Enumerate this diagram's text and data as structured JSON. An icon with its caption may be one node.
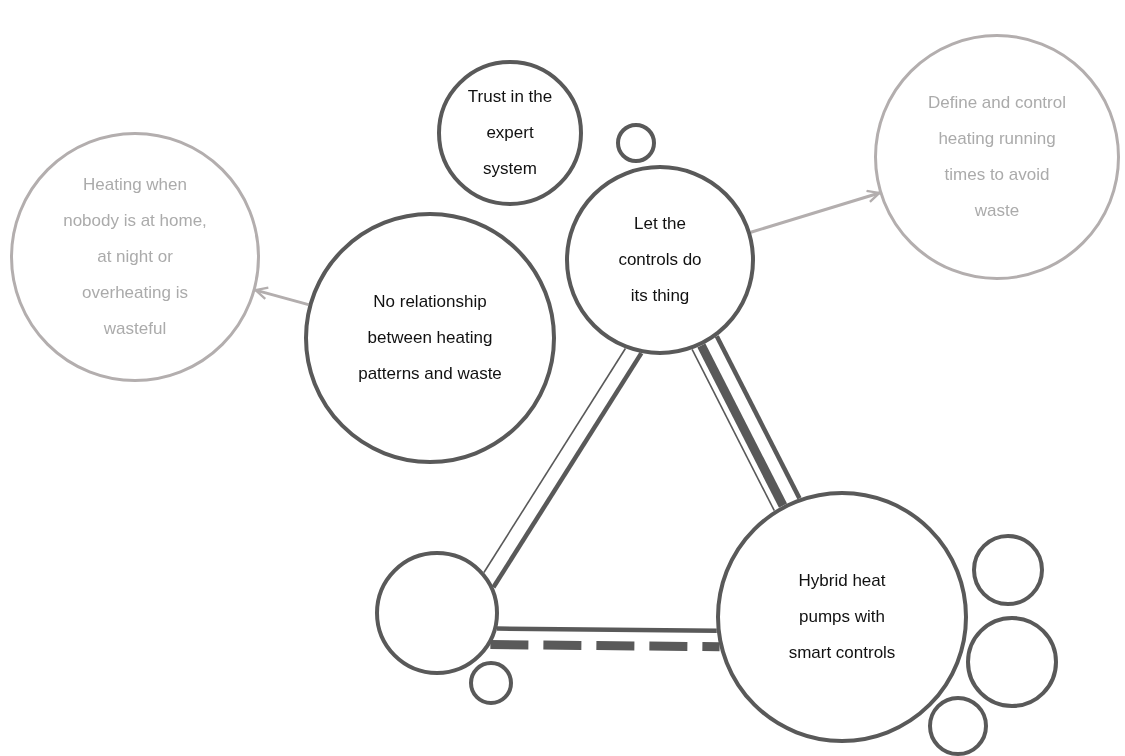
{
  "diagram": {
    "nodes": [
      {
        "text": [
          "Heating when nobody is at home, at night or overheating is wasteful"
        ]
      },
      {
        "text": [
          "Trust in the expert system"
        ]
      },
      {
        "text": [],
        "shape": "circle"
      },
      {
        "text": [
          "Let the controls do its thing"
        ]
      },
      {
        "text": [
          "No relationship between heating patterns and waste"
        ]
      },
      {
        "text": [
          "Define and control heating running times to avoid waste"
        ]
      },
      {
        "text": [],
        "shape": "circle"
      },
      {
        "text": [],
        "shape": "circle"
      },
      {
        "text": [
          "Hybrid heat pumps with smart controls"
        ]
      },
      {
        "text": [],
        "shape": "circle"
      },
      {
        "text": [],
        "shape": "circle"
      },
      {
        "text": [],
        "shape": "circle"
      }
    ],
    "edges": [
      {
        "from": 4,
        "to": 0,
        "arrow": "to",
        "color": "#b3aeae"
      },
      {
        "from": 3,
        "to": 5,
        "arrow": "to",
        "color": "#b3aeae"
      },
      {
        "from": 3,
        "to": 6,
        "arrow": "none"
      },
      {
        "from": 3,
        "to": 6,
        "arrow": "none"
      },
      {
        "from": 3,
        "to": 8,
        "arrow": "none"
      },
      {
        "from": 3,
        "to": 8,
        "arrow": "none",
        "style": "thick"
      },
      {
        "from": 3,
        "to": 8,
        "arrow": "none"
      },
      {
        "from": 6,
        "to": 8,
        "arrow": "none"
      },
      {
        "from": 6,
        "to": 8,
        "arrow": "none",
        "style": "dashed"
      }
    ]
  }
}
